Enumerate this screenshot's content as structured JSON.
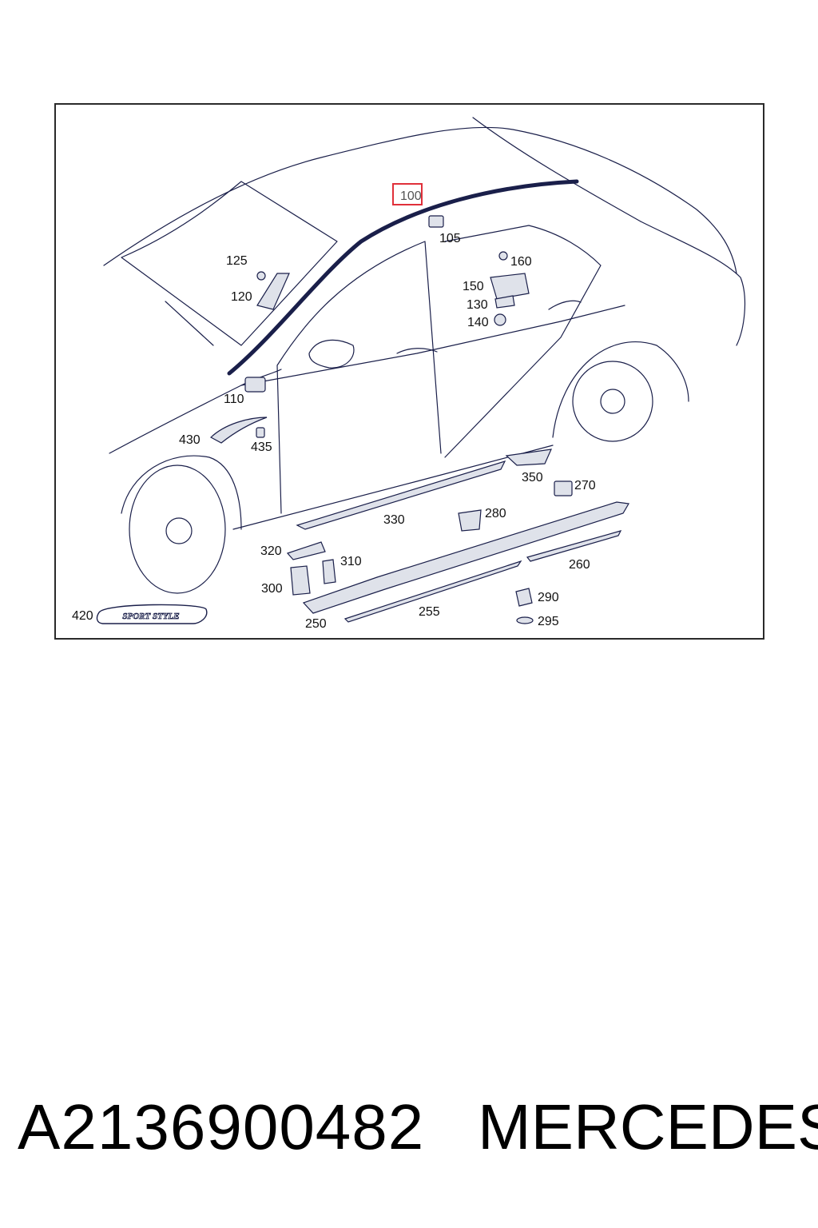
{
  "diagram": {
    "highlight_color": "#e0303a",
    "line_color": "#1a1f4a",
    "highlighted_part": "100",
    "callouts": [
      {
        "id": "c100",
        "text": "100"
      },
      {
        "id": "c105",
        "text": "105"
      },
      {
        "id": "c110",
        "text": "110"
      },
      {
        "id": "c120",
        "text": "120"
      },
      {
        "id": "c125",
        "text": "125"
      },
      {
        "id": "c130",
        "text": "130"
      },
      {
        "id": "c140",
        "text": "140"
      },
      {
        "id": "c150",
        "text": "150"
      },
      {
        "id": "c160",
        "text": "160"
      },
      {
        "id": "c250",
        "text": "250"
      },
      {
        "id": "c255",
        "text": "255"
      },
      {
        "id": "c260",
        "text": "260"
      },
      {
        "id": "c270",
        "text": "270"
      },
      {
        "id": "c280",
        "text": "280"
      },
      {
        "id": "c290",
        "text": "290"
      },
      {
        "id": "c295",
        "text": "295"
      },
      {
        "id": "c300",
        "text": "300"
      },
      {
        "id": "c310",
        "text": "310"
      },
      {
        "id": "c320",
        "text": "320"
      },
      {
        "id": "c330",
        "text": "330"
      },
      {
        "id": "c350",
        "text": "350"
      },
      {
        "id": "c420",
        "text": "420"
      },
      {
        "id": "c430",
        "text": "430"
      },
      {
        "id": "c435",
        "text": "435"
      }
    ],
    "badge_text": "SPORT STYLE"
  },
  "footer": {
    "part_number": "A2136900482",
    "brand": "MERCEDES"
  }
}
